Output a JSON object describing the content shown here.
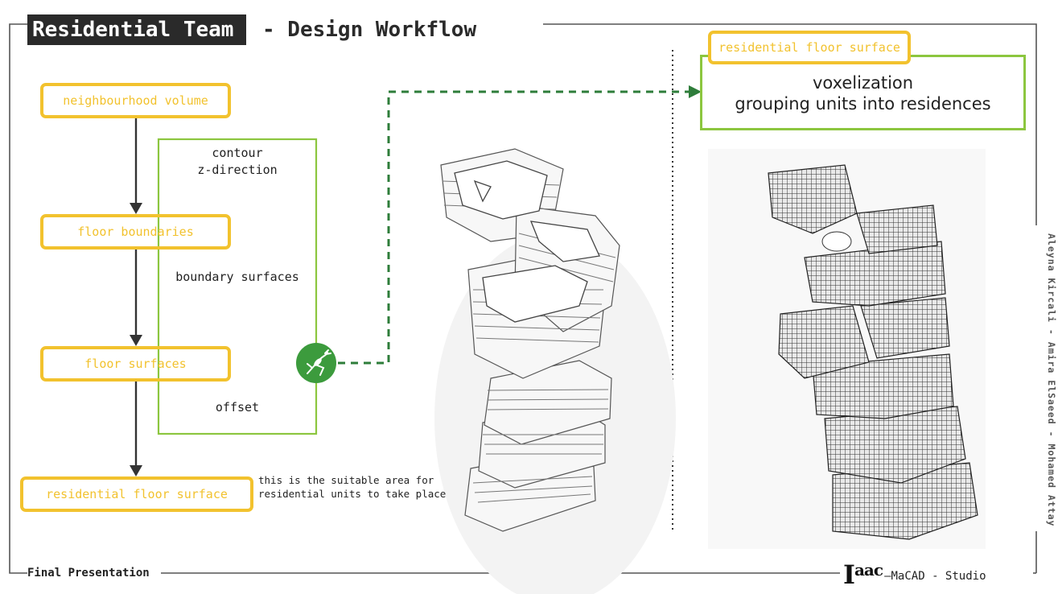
{
  "header": {
    "title_highlight": "Residential Team",
    "title_rest": "- Design Workflow"
  },
  "workflow": {
    "steps": [
      {
        "label": "neighbourhood volume"
      },
      {
        "label": "floor boundaries"
      },
      {
        "label": "floor surfaces"
      },
      {
        "label": "residential floor surface"
      }
    ],
    "operations": {
      "contour": "contour\nz-direction",
      "boundary": "boundary surfaces",
      "offset": "offset"
    },
    "note": "this is the suitable area for residential units to take place"
  },
  "right_panel": {
    "input_tag": "residential floor surface",
    "process_line1": "voxelization",
    "process_line2": "grouping units into residences"
  },
  "side_credits": "Aleyna Kircali - Amira ElSaeed - Mohamed Attay",
  "footer": {
    "left": "Final Presentation",
    "logo": "Iaac",
    "right": "—MaCAD - Studio"
  },
  "colors": {
    "yellow": "#f2c22e",
    "green": "#8cc63f",
    "dark_green": "#2e7d3a",
    "title_bg": "#2a2a2a"
  },
  "icons": {
    "plugin": "grasshopper-icon"
  }
}
